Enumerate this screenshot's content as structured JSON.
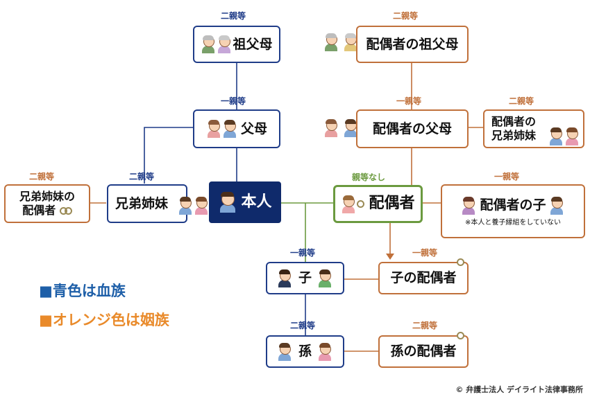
{
  "degree_labels": {
    "grandparents": "二親等",
    "spouse_grandparents": "二親等",
    "parents": "一親等",
    "spouse_parents": "一親等",
    "spouse_siblings": "二親等",
    "siblings": "二親等",
    "siblings_spouse": "二親等",
    "spouse": "親等なし",
    "spouse_child": "一親等",
    "children": "一親等",
    "child_spouse": "一親等",
    "grandchildren": "二親等",
    "grandchild_spouse": "二親等"
  },
  "nodes": {
    "grandparents": "祖父母",
    "spouse_grandparents": "配偶者の祖父母",
    "parents": "父母",
    "spouse_parents": "配偶者の父母",
    "spouse_siblings_line1": "配偶者の",
    "spouse_siblings_line2": "兄弟姉妹",
    "self": "本人",
    "spouse": "配偶者",
    "siblings": "兄弟姉妹",
    "siblings_spouse_line1": "兄弟姉妹の",
    "siblings_spouse_line2": "配偶者",
    "spouse_child": "配偶者の子",
    "spouse_child_note": "※本人と養子縁組をしていない",
    "children": "子",
    "child_spouse": "子の配偶者",
    "grandchildren": "孫",
    "grandchild_spouse": "孫の配偶者"
  },
  "legend": {
    "blue": "■青色は血族",
    "orange": "■オレンジ色は姻族"
  },
  "copyright": "© 弁護士法人 デイライト法律事務所",
  "colors": {
    "blood_blue": "#1f3c88",
    "in_law_orange": "#c0703a",
    "spouse_green": "#6b9a3f",
    "self_navy": "#0f2a6b",
    "legend_blue": "#1e5fa8",
    "legend_orange": "#e98a2a"
  }
}
